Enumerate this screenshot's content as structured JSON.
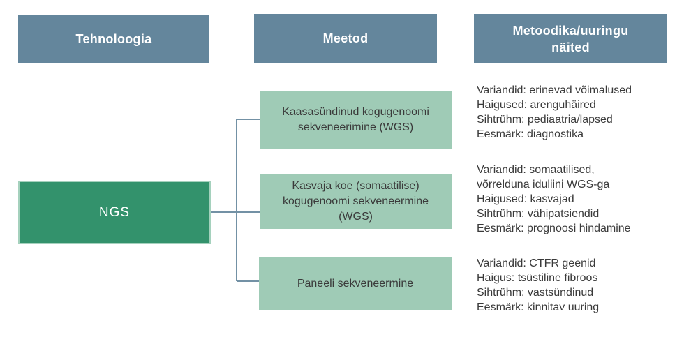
{
  "header": {
    "columns": [
      {
        "label": "Tehnoloogia"
      },
      {
        "label": "Meetod"
      },
      {
        "label": "Metoodika/uuringu näited"
      }
    ]
  },
  "technology": {
    "label": "NGS"
  },
  "methods": [
    {
      "label": "Kaasasündinud kogugenoomi sekveneerimine (WGS)"
    },
    {
      "label": "Kasvaja koe (somaatilise) kogugenoomi sekveneermine (WGS)"
    },
    {
      "label": "Paneeli sekveneermine"
    }
  ],
  "examples": [
    {
      "lines": [
        "Variandid: erinevad võimalused",
        "Haigused: arenguhäired",
        "Sihtrühm: pediaatria/lapsed",
        "Eesmärk: diagnostika"
      ]
    },
    {
      "lines": [
        "Variandid: somaatilised,",
        "võrrelduna iduliini WGS-ga",
        "Haigused: kasvajad",
        "Sihtrühm: vähipatsiendid",
        "Eesmärk: prognoosi hindamine"
      ]
    },
    {
      "lines": [
        "Variandid: CTFR geenid",
        "Haigus: tsüstiline fibroos",
        "Sihtrühm: vastsündinud",
        "Eesmärk: kinnitav uuring"
      ]
    }
  ],
  "colors": {
    "header_bg": "#64869c",
    "header_text": "#ffffff",
    "ngs_bg": "#33926c",
    "ngs_border": "#a5d1bd",
    "method_bg": "#9fcbb6",
    "body_text": "#3a3a3a",
    "connector": "#7391a5"
  }
}
